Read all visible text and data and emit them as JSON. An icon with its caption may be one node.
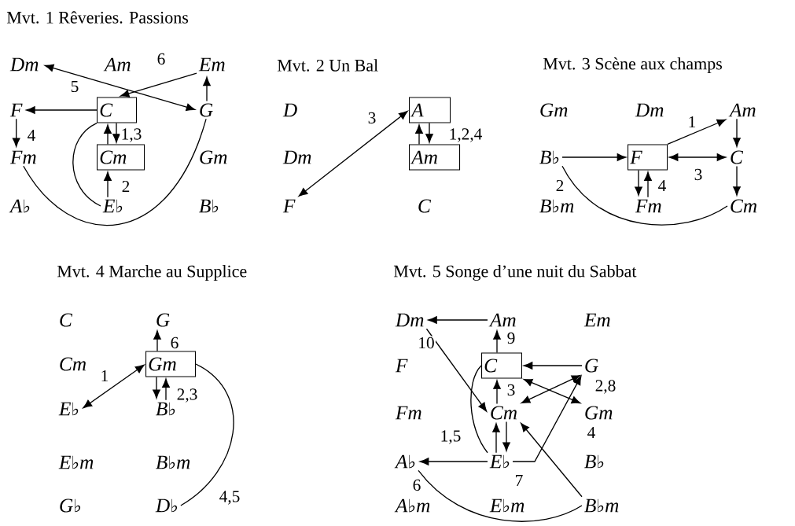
{
  "diagram": {
    "nodes": [
      {
        "text": [
          "Dm"
        ]
      },
      {
        "text": [
          "Am"
        ]
      },
      {
        "text": [
          "Em"
        ]
      },
      {
        "text": [
          "F"
        ]
      },
      {
        "text": [
          "C"
        ]
      },
      {
        "text": [
          "G"
        ]
      },
      {
        "text": [
          "Fm"
        ]
      },
      {
        "text": [
          "Cm"
        ]
      },
      {
        "text": [
          "Gm"
        ]
      },
      {
        "text": [
          "A♭"
        ]
      },
      {
        "text": [
          "E♭"
        ]
      },
      {
        "text": [
          "B♭"
        ]
      },
      {
        "text": [
          "D"
        ]
      },
      {
        "text": [
          "A"
        ]
      },
      {
        "text": [
          "Dm"
        ]
      },
      {
        "text": [
          "Am"
        ]
      },
      {
        "text": [
          "F"
        ]
      },
      {
        "text": [
          "C"
        ]
      },
      {
        "text": [
          "Gm"
        ]
      },
      {
        "text": [
          "Dm"
        ]
      },
      {
        "text": [
          "Am"
        ]
      },
      {
        "text": [
          "B♭"
        ]
      },
      {
        "text": [
          "F"
        ]
      },
      {
        "text": [
          "C"
        ]
      },
      {
        "text": [
          "B♭m"
        ]
      },
      {
        "text": [
          "Fm"
        ]
      },
      {
        "text": [
          "Cm"
        ]
      },
      {
        "text": [
          "C"
        ]
      },
      {
        "text": [
          "G"
        ]
      },
      {
        "text": [
          "Cm"
        ]
      },
      {
        "text": [
          "Gm"
        ]
      },
      {
        "text": [
          "E♭"
        ]
      },
      {
        "text": [
          "B♭"
        ]
      },
      {
        "text": [
          "E♭m"
        ]
      },
      {
        "text": [
          "B♭m"
        ]
      },
      {
        "text": [
          "G♭"
        ]
      },
      {
        "text": [
          "D♭"
        ]
      },
      {
        "text": [
          "Dm"
        ]
      },
      {
        "text": [
          "Am"
        ]
      },
      {
        "text": [
          "Em"
        ]
      },
      {
        "text": [
          "F"
        ]
      },
      {
        "text": [
          "C"
        ]
      },
      {
        "text": [
          "G"
        ]
      },
      {
        "text": [
          "Fm"
        ]
      },
      {
        "text": [
          "Cm"
        ]
      },
      {
        "text": [
          "Gm"
        ]
      },
      {
        "text": [
          "A♭"
        ]
      },
      {
        "text": [
          "E♭"
        ]
      },
      {
        "text": [
          "B♭"
        ]
      },
      {
        "text": [
          "A♭m"
        ]
      },
      {
        "text": [
          "E♭m"
        ]
      },
      {
        "text": [
          "B♭m"
        ]
      }
    ],
    "edges": [
      {
        "from": 0,
        "to": 5,
        "arrow": "both",
        "label": "5"
      },
      {
        "from": 2,
        "to": 4,
        "arrow": "to",
        "label": "6"
      },
      {
        "from": 4,
        "to": 3,
        "arrow": "to"
      },
      {
        "from": 3,
        "to": 6,
        "arrow": "to",
        "label": "4"
      },
      {
        "from": 5,
        "to": 2,
        "arrow": "to"
      },
      {
        "from": 7,
        "to": 4,
        "arrow": "to"
      },
      {
        "from": 4,
        "to": 7,
        "arrow": "to",
        "label": "1,3"
      },
      {
        "from": 10,
        "to": 7,
        "arrow": "to",
        "label": "2"
      },
      {
        "from": 10,
        "to": 4,
        "arrow": "none"
      },
      {
        "from": 6,
        "to": 5,
        "arrow": "none"
      },
      {
        "from": 16,
        "to": 13,
        "arrow": "both",
        "label": "3"
      },
      {
        "from": 15,
        "to": 13,
        "arrow": "to"
      },
      {
        "from": 13,
        "to": 15,
        "arrow": "to",
        "label": "1,2,4"
      },
      {
        "from": 22,
        "to": 20,
        "arrow": "to",
        "label": "1"
      },
      {
        "from": 20,
        "to": 23,
        "arrow": "to"
      },
      {
        "from": 23,
        "to": 22,
        "arrow": "both",
        "label": "3"
      },
      {
        "from": 23,
        "to": 26,
        "arrow": "to"
      },
      {
        "from": 21,
        "to": 22,
        "arrow": "to"
      },
      {
        "from": 21,
        "to": 26,
        "arrow": "none",
        "label": "2"
      },
      {
        "from": 22,
        "to": 25,
        "arrow": "to"
      },
      {
        "from": 25,
        "to": 22,
        "arrow": "to",
        "label": "4"
      },
      {
        "from": 31,
        "to": 30,
        "arrow": "both",
        "label": "1"
      },
      {
        "from": 30,
        "to": 28,
        "arrow": "to",
        "label": "6"
      },
      {
        "from": 30,
        "to": 32,
        "arrow": "to"
      },
      {
        "from": 32,
        "to": 30,
        "arrow": "to",
        "label": "2,3"
      },
      {
        "from": 30,
        "to": 36,
        "arrow": "none",
        "label": "4,5"
      },
      {
        "from": 38,
        "to": 37,
        "arrow": "to"
      },
      {
        "from": 41,
        "to": 38,
        "arrow": "to",
        "label": "9"
      },
      {
        "from": 42,
        "to": 41,
        "arrow": "to"
      },
      {
        "from": 44,
        "to": 41,
        "arrow": "to",
        "label": "3"
      },
      {
        "from": 41,
        "to": 45,
        "arrow": "both",
        "label": "4"
      },
      {
        "from": 44,
        "to": 42,
        "arrow": "both",
        "label": "2,8"
      },
      {
        "from": 37,
        "to": 44,
        "arrow": "to",
        "label": "10"
      },
      {
        "from": 47,
        "to": 41,
        "arrow": "none"
      },
      {
        "from": 47,
        "to": 44,
        "arrow": "to",
        "label": "1,5"
      },
      {
        "from": 44,
        "to": 47,
        "arrow": "to"
      },
      {
        "from": 47,
        "to": 46,
        "arrow": "to"
      },
      {
        "from": 47,
        "to": 42,
        "arrow": "to",
        "label": "7"
      },
      {
        "from": 51,
        "to": 44,
        "arrow": "to"
      },
      {
        "from": 46,
        "to": 51,
        "arrow": "none",
        "label": "6"
      }
    ],
    "labels": [
      "Mvt. 1 Rêveries. Passions",
      "Mvt. 2 Un Bal",
      "Mvt. 3 Scène aux champs",
      "Mvt. 4 Marche au Supplice",
      "Mvt. 5 Songe d’une nuit du Sabbat"
    ]
  }
}
